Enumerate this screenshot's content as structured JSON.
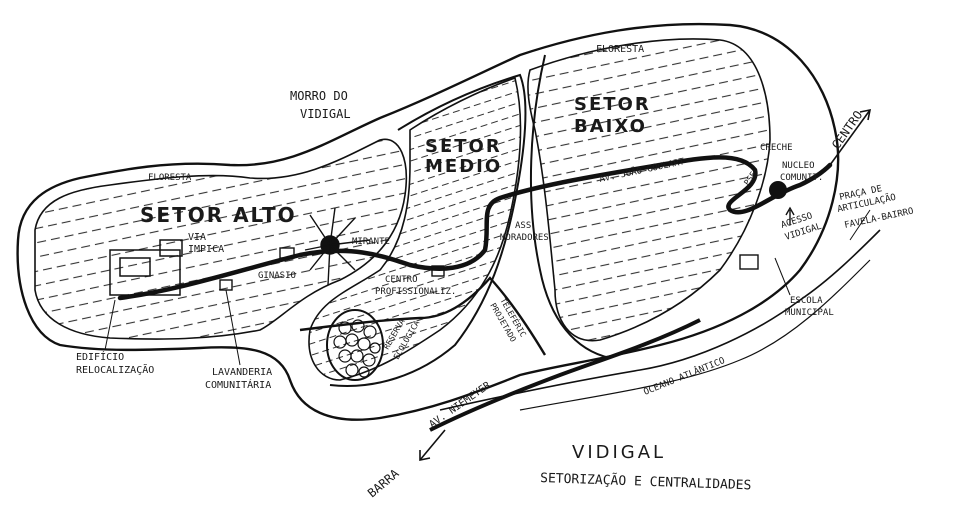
{
  "title": "VIDIGAL",
  "subtitle": "SETORIZAÇÃO E CENTRALIDADES",
  "sectors": {
    "alto": "SETOR ALTO",
    "medio_1": "SETOR",
    "medio_2": "MEDIO",
    "baixo_1": "SETOR",
    "baixo_2": "BAIXO"
  },
  "places": {
    "morro_1": "MORRO DO",
    "morro_2": "VIDIGAL",
    "floresta_top": "FLORESTA",
    "floresta_left": "FLORESTA",
    "via_1": "VIA",
    "via_2": "IMPICA",
    "ginasio": "GINASIO",
    "mirante": "MIRANTE",
    "assoc_1": "ASS",
    "assoc_2": "MORADORES",
    "centro_prof_1": "CENTRO",
    "centro_prof_2": "PROFISSIONALIZ.",
    "teleferico_1": "TELEFÉRIC",
    "teleferico_2": "PROJETADO",
    "reserva_1": "RESERVA",
    "reserva_2": "ECOLÓGICA",
    "av_joao": "AV. JOÃO GOULART",
    "creche": "CRECHE",
    "psf": "PSF",
    "nucleo_1": "NUCLEO",
    "nucleo_2": "COMUNIT.",
    "centro": "CENTRO",
    "praca_1": "PRAÇA DE",
    "praca_2": "ARTICULAÇÃO",
    "praca_3": "FAVELA-BAIRRO",
    "acesso_1": "ACESSO",
    "acesso_2": "VIDIGAL",
    "escola_1": "ESCOLA",
    "escola_2": "MUNICIPAL",
    "edificio_1": "EDIFÍCIO",
    "edificio_2": "RELOCALIZAÇÃO",
    "lavanderia_1": "LAVANDERIA",
    "lavanderia_2": "COMUNITÁRIA",
    "oceano": "OCEANO ATLÂNTICO",
    "av_niemeyer": "AV. NIEMEYER",
    "barra": "BARRA"
  }
}
